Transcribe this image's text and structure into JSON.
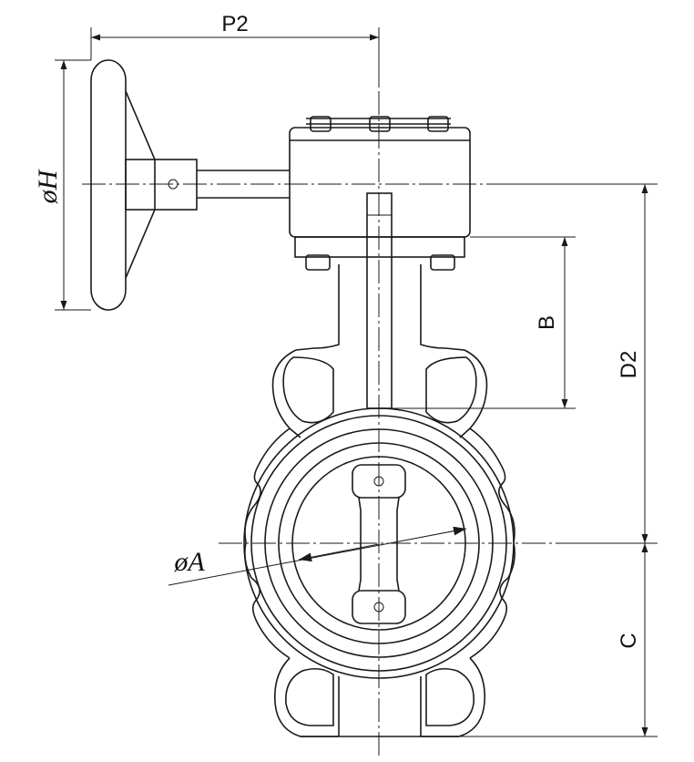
{
  "labels": {
    "p2": "P2",
    "phi_h": "øH",
    "b": "B",
    "d2": "D2",
    "c": "C",
    "phi_a": "øA"
  }
}
